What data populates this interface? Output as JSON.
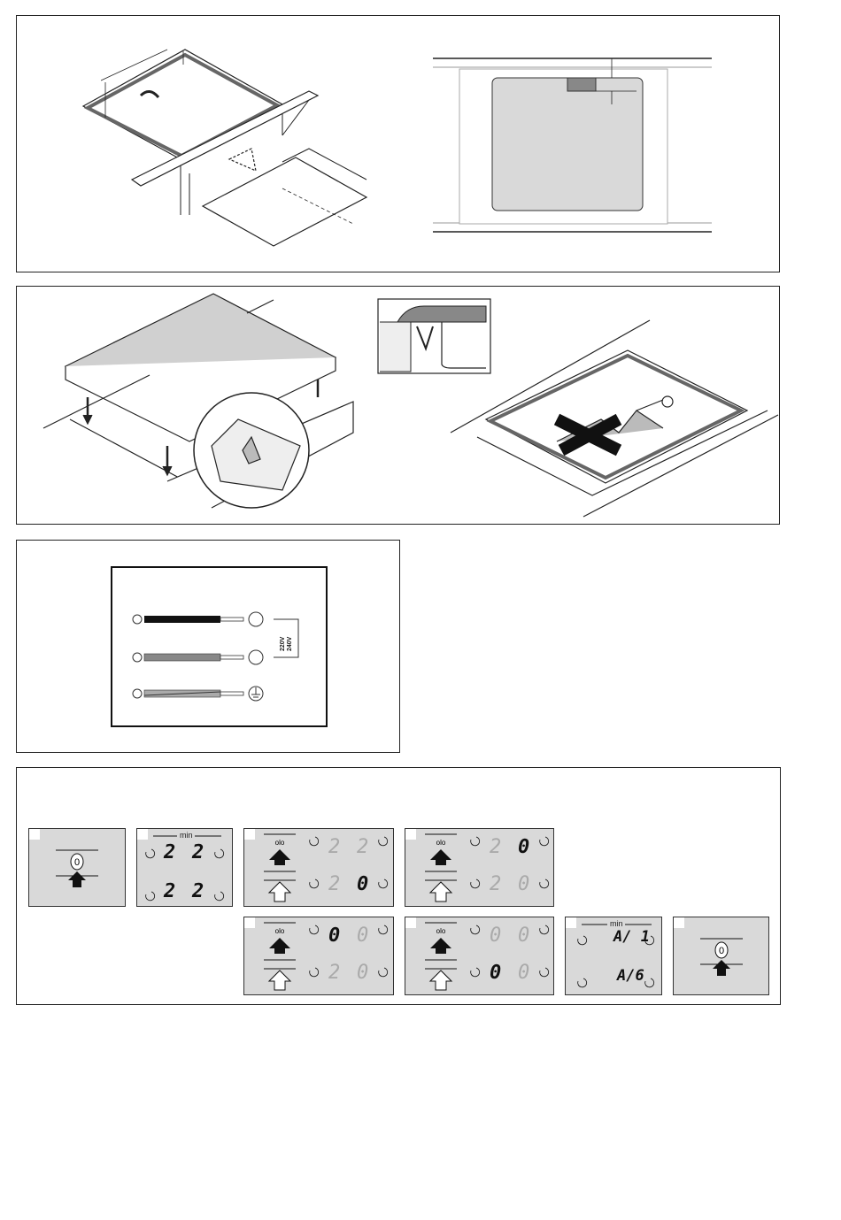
{
  "wiring": {
    "voltage_top": "220V",
    "voltage_bottom": "240V"
  },
  "timer_panels": {
    "unit_label": "min",
    "panel_b": {
      "unit": "min",
      "rows": [
        [
          "2",
          "2"
        ],
        [
          "2",
          "2"
        ]
      ]
    },
    "panel_c": {
      "rows": [
        [
          "2",
          "2"
        ],
        [
          "2",
          "0"
        ]
      ]
    },
    "panel_d": {
      "rows": [
        [
          "2",
          "0"
        ],
        [
          "2",
          "0"
        ]
      ]
    },
    "panel_e": {
      "rows": [
        [
          "0",
          "0"
        ],
        [
          "2",
          "0"
        ]
      ]
    },
    "panel_f": {
      "rows": [
        [
          "0",
          "0"
        ],
        [
          "0",
          "0"
        ]
      ]
    },
    "panel_g": {
      "unit": "min",
      "rows": [
        "A/ 1",
        "A/6"
      ]
    }
  }
}
